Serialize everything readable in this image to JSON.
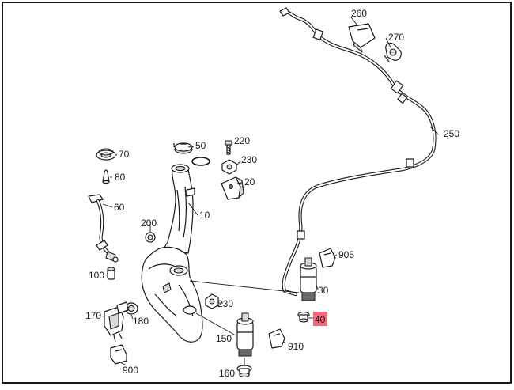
{
  "diagram": {
    "highlight_color": "#f06a7a",
    "highlighted_part": "40",
    "callouts": {
      "p10": "10",
      "p20": "20",
      "p30": "30",
      "p40": "40",
      "p50": "50",
      "p60": "60",
      "p70": "70",
      "p80": "80",
      "p100": "100",
      "p150": "150",
      "p160": "160",
      "p170": "170",
      "p180": "180",
      "p200": "200",
      "p220": "220",
      "p230a": "230",
      "p230b": "230",
      "p250": "250",
      "p260": "260",
      "p270": "270",
      "p900": "900",
      "p905": "905",
      "p910": "910"
    }
  }
}
